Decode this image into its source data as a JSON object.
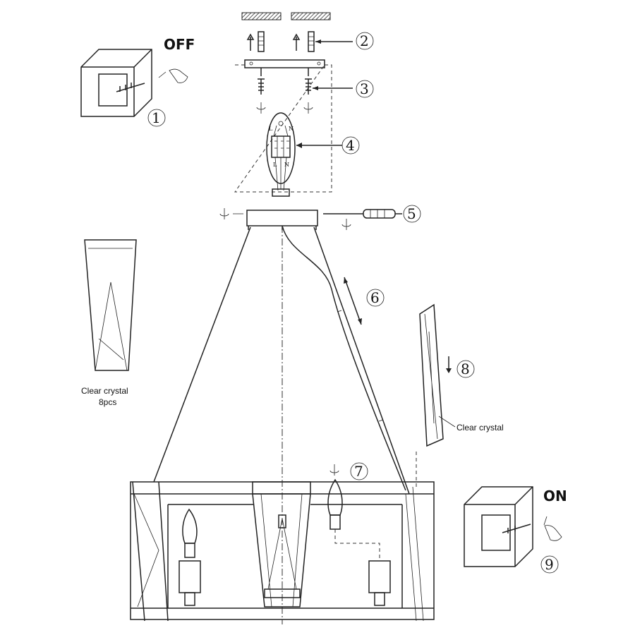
{
  "switch_off_label": "OFF",
  "switch_on_label": "ON",
  "steps": [
    "1",
    "2",
    "3",
    "4",
    "5",
    "6",
    "7",
    "8",
    "9"
  ],
  "terminal": {
    "live": "L",
    "neutral": "N"
  },
  "left_crystal": {
    "line1": "Clear crystal",
    "line2": "8pcs"
  },
  "right_crystal_label": "Clear crystal"
}
